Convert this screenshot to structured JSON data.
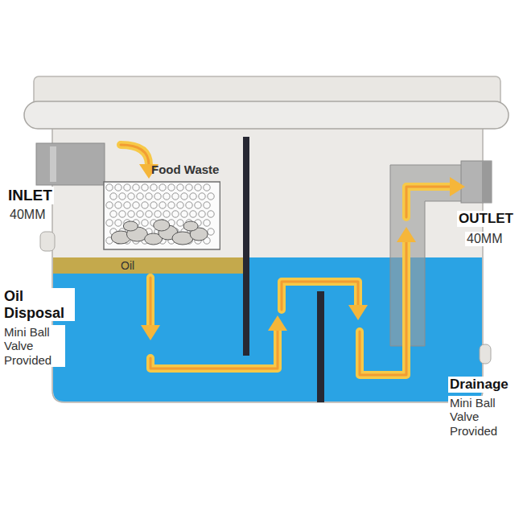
{
  "diagram": {
    "nodes": [
      {
        "text": [
          "Food Waste"
        ]
      },
      {
        "text": [
          "Oil"
        ]
      }
    ],
    "labels": [
      "INLET",
      "40MM",
      "OUTLET",
      "40MM",
      "Oil Disposal",
      "Mini Ball Valve Provided",
      "Drainage",
      "Mini Ball Valve Provided"
    ]
  }
}
